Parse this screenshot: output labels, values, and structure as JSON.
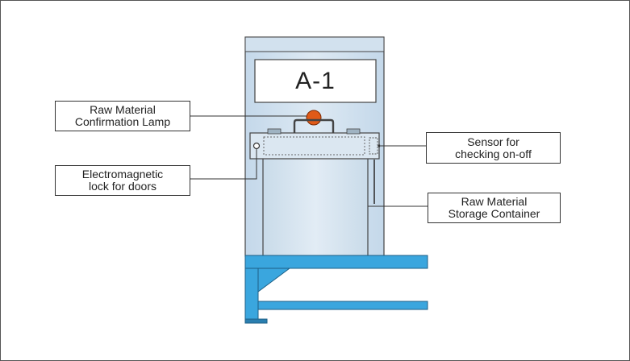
{
  "station_label": "A-1",
  "callouts": {
    "lamp": {
      "line1": "Raw Material",
      "line2": "Confirmation Lamp"
    },
    "lock": {
      "line1": "Electromagnetic",
      "line2": "lock for doors"
    },
    "sensor": {
      "line1": "Sensor for",
      "line2": "checking on-off"
    },
    "container": {
      "line1": "Raw Material",
      "line2": "Storage Container"
    }
  },
  "colors": {
    "cabinet": "#cfe0ee",
    "frame_blue": "#3aa6de",
    "lamp": "#e05a18",
    "outline": "#444444"
  }
}
